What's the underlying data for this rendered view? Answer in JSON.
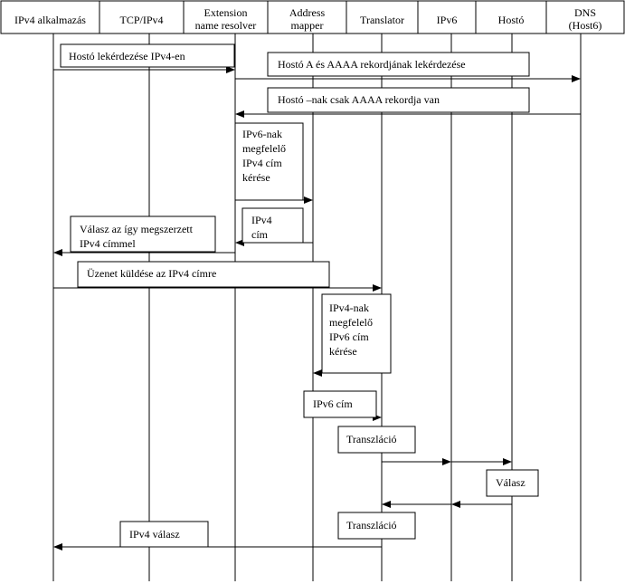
{
  "participants": [
    {
      "id": "ipv4-app",
      "lines": [
        "IPv4 alkalmazás"
      ]
    },
    {
      "id": "tcp-ipv4",
      "lines": [
        "TCP/IPv4"
      ]
    },
    {
      "id": "ext-name-resolver",
      "lines": [
        "Extension",
        "name resolver"
      ]
    },
    {
      "id": "address-mapper",
      "lines": [
        "Address",
        "mapper"
      ]
    },
    {
      "id": "translator",
      "lines": [
        "Translator"
      ]
    },
    {
      "id": "ipv6",
      "lines": [
        "IPv6"
      ]
    },
    {
      "id": "host6",
      "lines": [
        "Hostó"
      ]
    },
    {
      "id": "dns-host6",
      "lines": [
        "DNS",
        "(Host6)"
      ]
    }
  ],
  "messages": [
    {
      "id": "m1",
      "from": "ipv4-app",
      "to": "ext-name-resolver",
      "lines": [
        "Hostó lekérdezése IPv4-en"
      ]
    },
    {
      "id": "m2",
      "from": "ext-name-resolver",
      "to": "dns-host6",
      "lines": [
        "Hostó A és AAAA rekordjának lekérdezése"
      ]
    },
    {
      "id": "m3",
      "from": "dns-host6",
      "to": "ext-name-resolver",
      "lines": [
        "Hostó –nak csak AAAA rekordja van"
      ]
    },
    {
      "id": "m4",
      "from": "ext-name-resolver",
      "to": "address-mapper",
      "lines": [
        "IPv6-nak",
        "megfelelő",
        "IPv4 cím",
        "kérése"
      ]
    },
    {
      "id": "m5",
      "from": "address-mapper",
      "to": "ext-name-resolver",
      "lines": [
        "IPv4",
        "cím"
      ]
    },
    {
      "id": "m6",
      "from": "ext-name-resolver",
      "to": "ipv4-app",
      "lines": [
        "Válasz az így megszerzett",
        "IPv4 címmel"
      ]
    },
    {
      "id": "m7",
      "from": "ipv4-app",
      "to": "translator",
      "lines": [
        "Üzenet küldése az IPv4 címre"
      ]
    },
    {
      "id": "m8",
      "from": "translator",
      "to": "address-mapper",
      "lines": [
        "IPv4-nak",
        "megfelelő",
        "IPv6 cím",
        "kérése"
      ]
    },
    {
      "id": "m9",
      "from": "address-mapper",
      "to": "translator",
      "lines": [
        "IPv6 cím"
      ]
    },
    {
      "id": "m10",
      "from": "translator",
      "to": "host6",
      "lines": [
        "Transzláció"
      ]
    },
    {
      "id": "m11",
      "from": "host6",
      "to": "translator",
      "lines": [
        "Válasz"
      ]
    },
    {
      "id": "m12",
      "from": "translator",
      "to": "ipv4-app",
      "lines": [
        "Transzláció"
      ]
    },
    {
      "id": "m13",
      "from": "translator",
      "to": "ipv4-app",
      "lines": [
        "IPv4 válasz"
      ]
    }
  ]
}
